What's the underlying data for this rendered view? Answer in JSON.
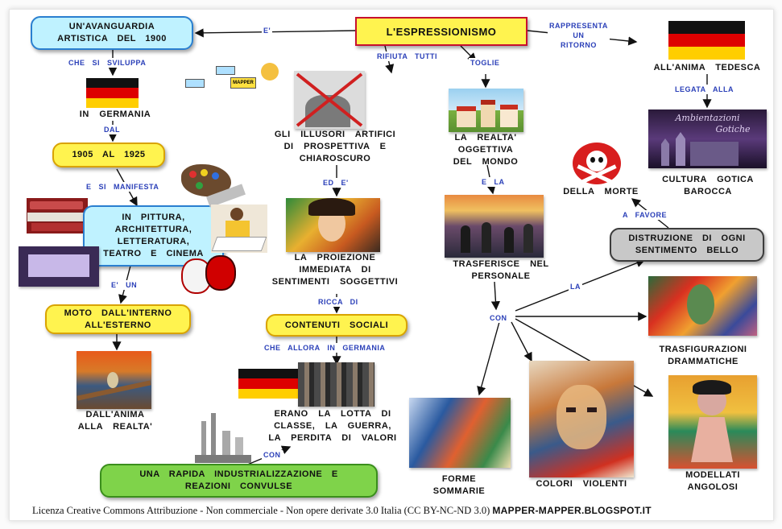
{
  "title": "L'ESPRESSIONISMO",
  "nodes": {
    "avanguardia": "UN'AVANGUARDIA\nARTISTICA   DEL  1900",
    "germania": "IN   GERMANIA",
    "anni": "1905   AL   1925",
    "arti": "IN   PITTURA,\nARCHITETTURA,\nLETTERATURA,\nTEATRO   E   CINEMA",
    "moto": "MOTO     DALL'INTERNO\nALL'ESTERNO",
    "dallanima": "DALL'ANIMA\nALLA      REALTA'",
    "industria": "UNA   RAPIDA   INDUSTRIALIZZAZIONE   E\nREAZIONI   CONVULSE",
    "illusori": "GLI   ILLUSORI   ARTIFICI\nDI   PROSPETTIVA   E\nCHIAROSCURO",
    "proiezione": "LA   PROIEZIONE\nIMMEDIATA   DI\nSENTIMENTI   SOGGETTIVI",
    "contenuti": "CONTENUTI       SOCIALI",
    "lotta": "ERANO   LA   LOTTA   DI\nCLASSE,  LA  GUERRA,\nLA   PERDITA   DI   VALORI",
    "realta": "LA   REALTA'\nOGGETTIVA\nDEL   MONDO",
    "trasferisce": "TRASFERISCE       NEL\nPERSONALE",
    "forme": "FORME\nSOMMARIE",
    "colori": "COLORI     VIOLENTI",
    "modellati": "MODELLATI\nANGOLOSI",
    "trasfigurazioni": "TRASFIGURAZIONI\nDRAMMATICHE",
    "distruzione": "DISTRUZIONE   DI   OGNI\nSENTIMENTO   BELLO",
    "morte": "DELLA     MORTE",
    "anima_tedesca": "ALL'ANIMA       TEDESCA",
    "cultura": "CULTURA   GOTICA\nBAROCCA"
  },
  "links": {
    "e": "E'",
    "rifiuta": "RIFIUTA   TUTTI",
    "toglie": "TOGLIE",
    "rappresenta": "RAPPRESENTA\nUN\nRITORNO",
    "sviluppa": "CHE  SI  SVILUPPA",
    "dal": "DAL",
    "manifesta": "E  SI   MANIFESTA",
    "eun": "E'  UN",
    "ede": "ED  E'",
    "ricca": "RICCA   DI",
    "allora": "CHE   ALLORA   IN   GERMANIA",
    "con_ind": "CON",
    "ela": "E   LA",
    "con": "CON",
    "la": "LA",
    "favore": "A   FAVORE",
    "legata": "LEGATA   ALLA"
  },
  "image_labels": {
    "mapper": "MAPPER",
    "ambientazioni": "Ambientazioni",
    "gotiche": "Gotiche"
  },
  "footer": {
    "license": "Licenza Creative Commons Attribuzione - Non commerciale - Non opere derivate 3.0 Italia (CC BY-NC-ND 3.0)",
    "site": "MAPPER-MAPPER.BLOGSPOT.IT"
  },
  "colors": {
    "link_text": "#2a3fb8",
    "title_border": "#c8102e",
    "yellow_box": "#fff34f",
    "cyan_box": "#bff2ff",
    "gray_box": "#c8c8c8",
    "green_box": "#7fd34a"
  }
}
